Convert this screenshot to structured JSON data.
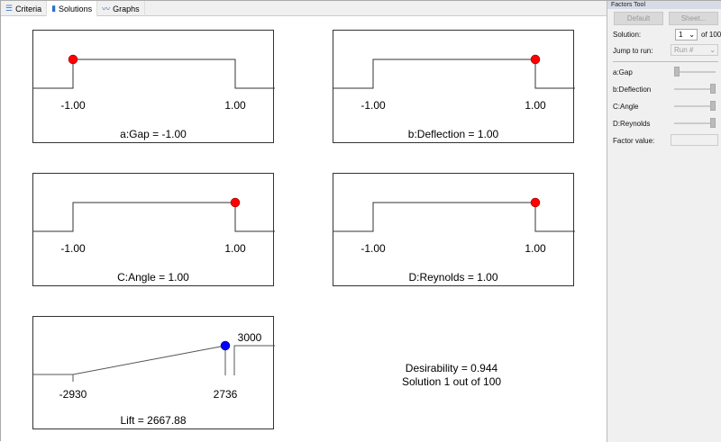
{
  "tabs": [
    {
      "label": "Criteria",
      "icon": "criteria-icon"
    },
    {
      "label": "Solutions",
      "icon": "document-icon"
    },
    {
      "label": "Graphs",
      "icon": "graph-icon"
    }
  ],
  "panels": [
    {
      "title": "a:Gap = -1.00",
      "low": "-1.00",
      "high": "1.00",
      "value": -1.0
    },
    {
      "title": "b:Deflection  = 1.00",
      "low": "-1.00",
      "high": "1.00",
      "value": 1.0
    },
    {
      "title": "C:Angle = 1.00",
      "low": "-1.00",
      "high": "1.00",
      "value": 1.0
    },
    {
      "title": "D:Reynolds = 1.00",
      "low": "-1.00",
      "high": "1.00",
      "value": 1.0
    }
  ],
  "response": {
    "title": "Lift = 2667.88",
    "low": "-2930",
    "high": "2736",
    "target": "3000",
    "value": 2667.88
  },
  "summary": {
    "desirability": "Desirability = 0.944",
    "solution": "Solution 1 out of 100"
  },
  "colors": {
    "factor_dot": "#ff0000",
    "response_dot": "#0000ff"
  },
  "side": {
    "title": "Factors Tool",
    "default_btn": "Default",
    "sheet_btn": "Sheet...",
    "solution_label": "Solution:",
    "solution_value": "1",
    "of_label": "of 100",
    "jump_label": "Jump to run:",
    "jump_placeholder": "Run #",
    "factors": [
      {
        "label": "a:Gap",
        "value": 0
      },
      {
        "label": "b:Deflection",
        "value": 1
      },
      {
        "label": "C:Angle",
        "value": 1
      },
      {
        "label": "D:Reynolds",
        "value": 1
      }
    ],
    "factor_value_label": "Factor value:"
  }
}
